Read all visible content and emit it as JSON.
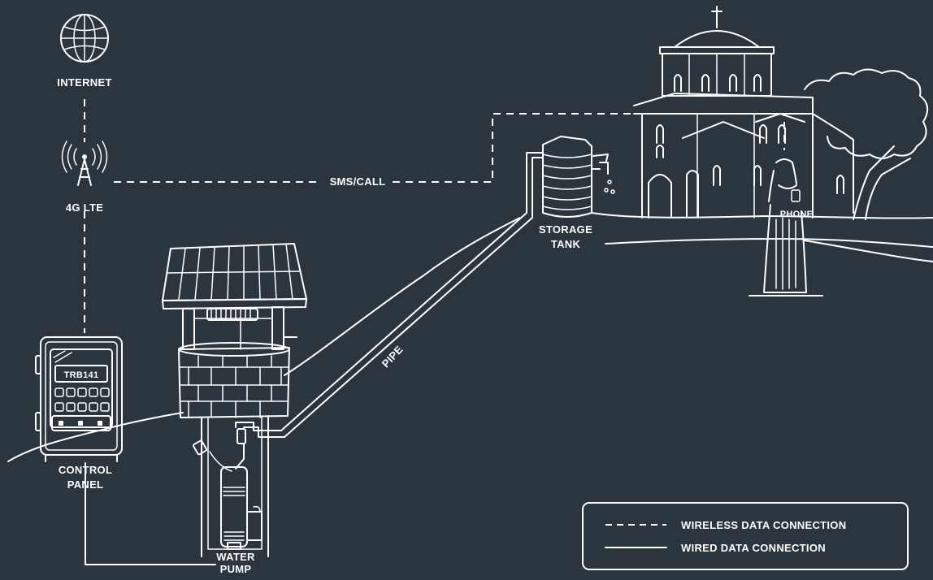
{
  "labels": {
    "internet": "INTERNET",
    "lte": "4G LTE",
    "sms": "SMS/CALL",
    "control_panel_line1": "CONTROL",
    "control_panel_line2": "PANEL",
    "device": "TRB141",
    "pipe": "PIPE",
    "storage_line1": "STORAGE",
    "storage_line2": "TANK",
    "phone": "PHONE",
    "pump_line1": "WATER",
    "pump_line2": "PUMP"
  },
  "legend": {
    "wireless": "WIRELESS DATA CONNECTION",
    "wired": "WIRED DATA CONNECTION"
  },
  "colors": {
    "background": "#2b353d",
    "line": "#ffffff"
  },
  "icons": [
    "globe-icon",
    "cell-tower-icon",
    "control-panel-icon",
    "well-icon",
    "water-pump-icon",
    "storage-tank-icon",
    "faucet-icon",
    "church-icon",
    "tree-icon",
    "person-icon"
  ]
}
